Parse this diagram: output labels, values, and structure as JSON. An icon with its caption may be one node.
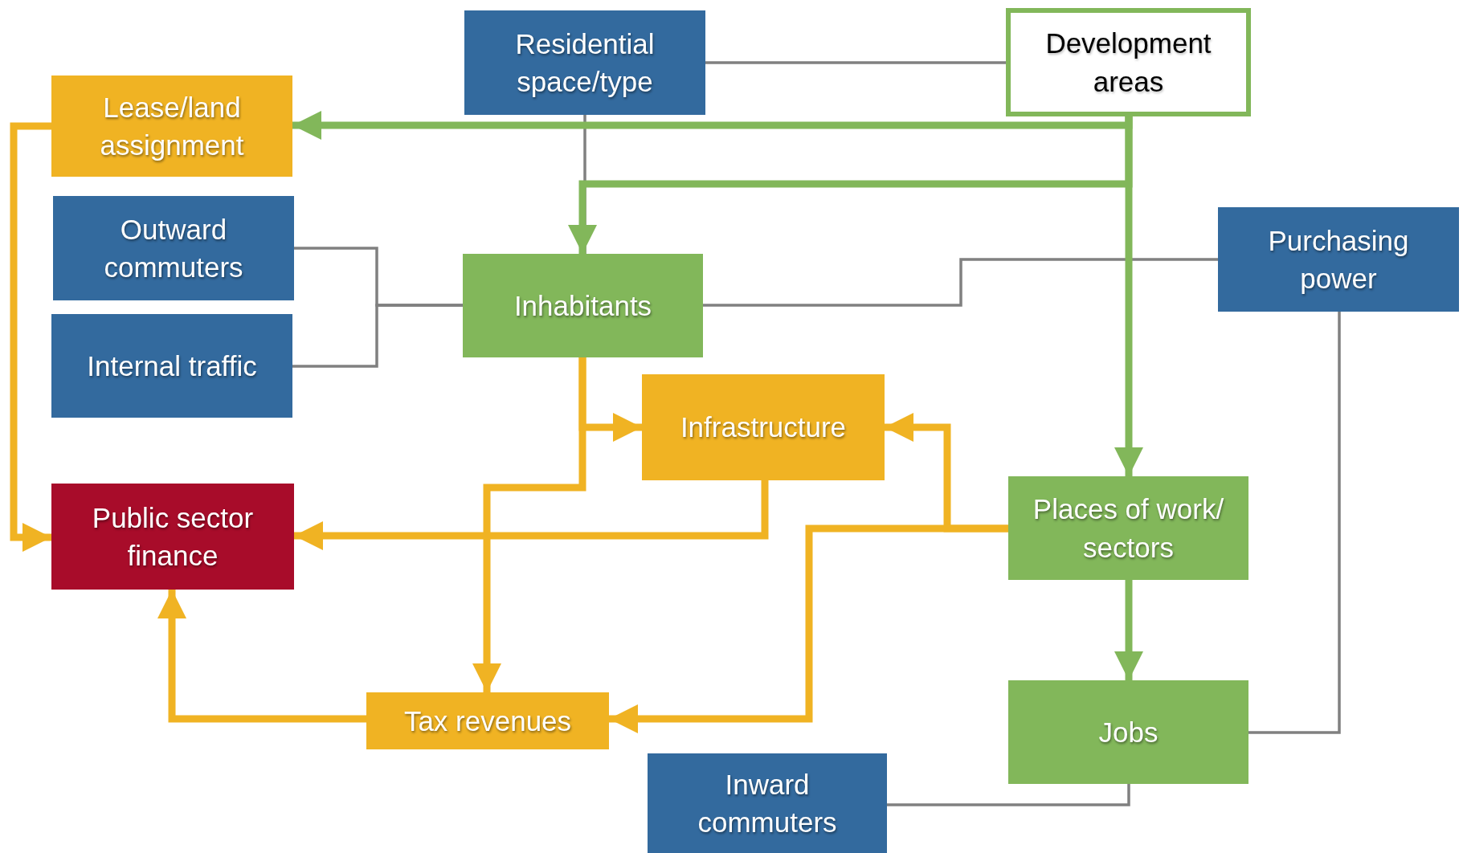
{
  "diagram": {
    "nodes": [
      {
        "text": [
          "Residential space/type"
        ]
      },
      {
        "text": [
          "Development areas"
        ]
      },
      {
        "text": [
          "Lease/land assignment"
        ]
      },
      {
        "text": [
          "Outward commuters"
        ]
      },
      {
        "text": [
          "Purchasing power"
        ]
      },
      {
        "text": [
          "Inhabitants"
        ]
      },
      {
        "text": [
          "Internal traffic"
        ]
      },
      {
        "text": [
          "Infrastructure"
        ]
      },
      {
        "text": [
          "Public sector finance"
        ]
      },
      {
        "text": [
          "Places of work/ sectors"
        ]
      },
      {
        "text": [
          "Jobs"
        ]
      },
      {
        "text": [
          "Tax revenues"
        ]
      },
      {
        "text": [
          "Inward commuters"
        ]
      }
    ],
    "edges": [
      {
        "from": 0,
        "to": 1,
        "arrow": "none",
        "color": "#808080"
      },
      {
        "from": 1,
        "to": 2,
        "arrow": "to",
        "color": "#82b75a"
      },
      {
        "from": 1,
        "to": 5,
        "arrow": "to",
        "color": "#82b75a"
      },
      {
        "from": 1,
        "to": 9,
        "arrow": "to",
        "color": "#82b75a"
      },
      {
        "from": 0,
        "to": 5,
        "arrow": "none",
        "color": "#808080"
      },
      {
        "from": 3,
        "to": 5,
        "arrow": "none",
        "color": "#808080"
      },
      {
        "from": 6,
        "to": 5,
        "arrow": "none",
        "color": "#808080"
      },
      {
        "from": 5,
        "to": 4,
        "arrow": "none",
        "color": "#808080"
      },
      {
        "from": 4,
        "to": 10,
        "arrow": "none",
        "color": "#808080"
      },
      {
        "from": 12,
        "to": 10,
        "arrow": "none",
        "color": "#808080"
      },
      {
        "from": 9,
        "to": 10,
        "arrow": "to",
        "color": "#82b75a"
      },
      {
        "from": 5,
        "to": 7,
        "arrow": "to",
        "color": "#f0b323"
      },
      {
        "from": 5,
        "to": 11,
        "arrow": "to",
        "color": "#f0b323"
      },
      {
        "from": 7,
        "to": 8,
        "arrow": "to",
        "color": "#f0b323"
      },
      {
        "from": 9,
        "to": 7,
        "arrow": "to",
        "color": "#f0b323"
      },
      {
        "from": 9,
        "to": 11,
        "arrow": "to",
        "color": "#f0b323"
      },
      {
        "from": 11,
        "to": 8,
        "arrow": "to",
        "color": "#f0b323"
      },
      {
        "from": 2,
        "to": 8,
        "arrow": "to",
        "color": "#f0b323"
      }
    ]
  }
}
